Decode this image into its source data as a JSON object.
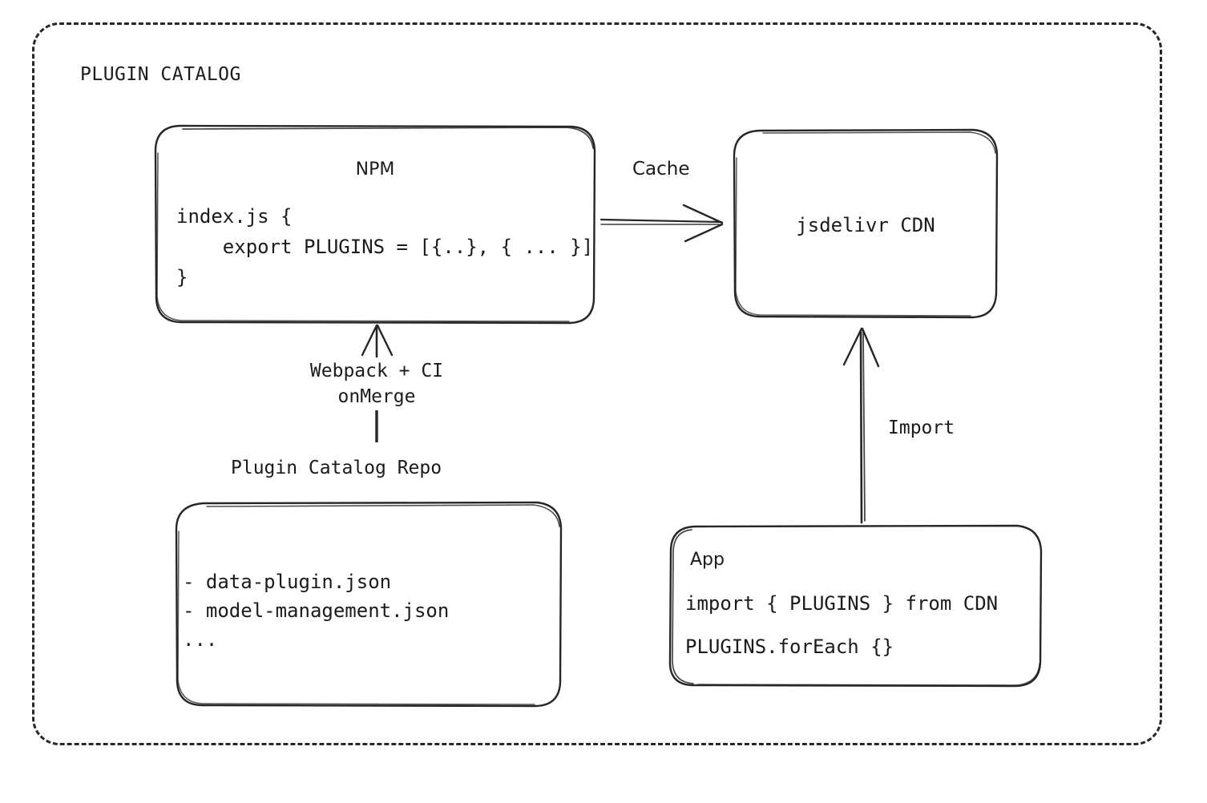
{
  "diagram": {
    "title": "PLUGIN CATALOG",
    "type": "architecture-flow",
    "background_color": "#ffffff",
    "stroke_color": "#262626",
    "text_color": "#1b1b1b",
    "style": "hand-drawn-sketch"
  },
  "nodes": {
    "npm": {
      "heading": "NPM",
      "code_lines": [
        "index.js {",
        "    export PLUGINS = [{..}, { ... }]",
        "}"
      ]
    },
    "cdn": {
      "heading": "jsdelivr CDN"
    },
    "repo": {
      "caption": "Plugin Catalog Repo",
      "file_lines": [
        "- data-plugin.json",
        "- model-management.json",
        "..."
      ]
    },
    "app": {
      "heading": "App",
      "code_lines": [
        "import { PLUGINS } from CDN",
        "PLUGINS.forEach {}"
      ]
    }
  },
  "edges": {
    "npm_to_cdn": {
      "label": "Cache",
      "from": "npm",
      "to": "cdn",
      "direction": "right"
    },
    "repo_to_npm": {
      "label_line_1": "Webpack + CI",
      "label_line_2": "onMerge",
      "from": "repo",
      "to": "npm",
      "direction": "up"
    },
    "app_to_cdn": {
      "label": "Import",
      "from": "app",
      "to": "cdn",
      "direction": "up"
    }
  }
}
